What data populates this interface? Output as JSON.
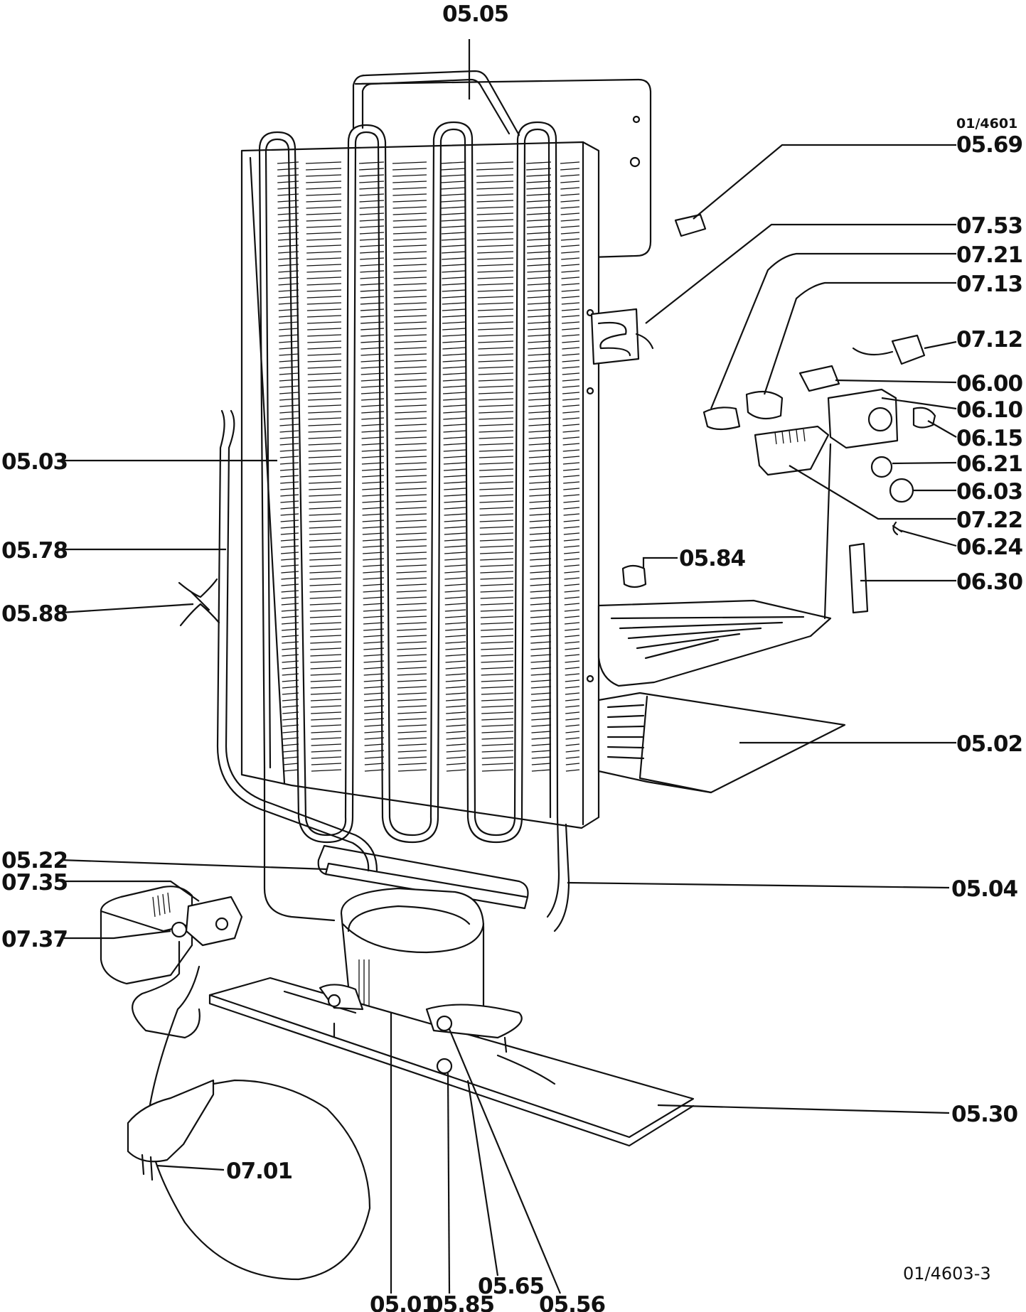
{
  "drawing": {
    "ref_top_right": "01/4601",
    "ref_bottom_right": "01/4603-3"
  },
  "parts": {
    "p0505": "05.05",
    "p0569": "05.69",
    "p0753": "07.53",
    "p0721": "07.21",
    "p0713": "07.13",
    "p0712": "07.12",
    "p0600": "06.00",
    "p0610": "06.10",
    "p0615": "06.15",
    "p0621": "06.21",
    "p0603": "06.03",
    "p0722": "07.22",
    "p0624": "06.24",
    "p0630": "06.30",
    "p0584": "05.84",
    "p0503": "05.03",
    "p0578": "05.78",
    "p0588": "05.88",
    "p0502": "05.02",
    "p0522": "05.22",
    "p0735": "07.35",
    "p0737": "07.37",
    "p0504": "05.04",
    "p0530": "05.30",
    "p0701": "07.01",
    "p0501": "05.01",
    "p0585": "05.85",
    "p0565": "05.65",
    "p0556": "05.56"
  }
}
